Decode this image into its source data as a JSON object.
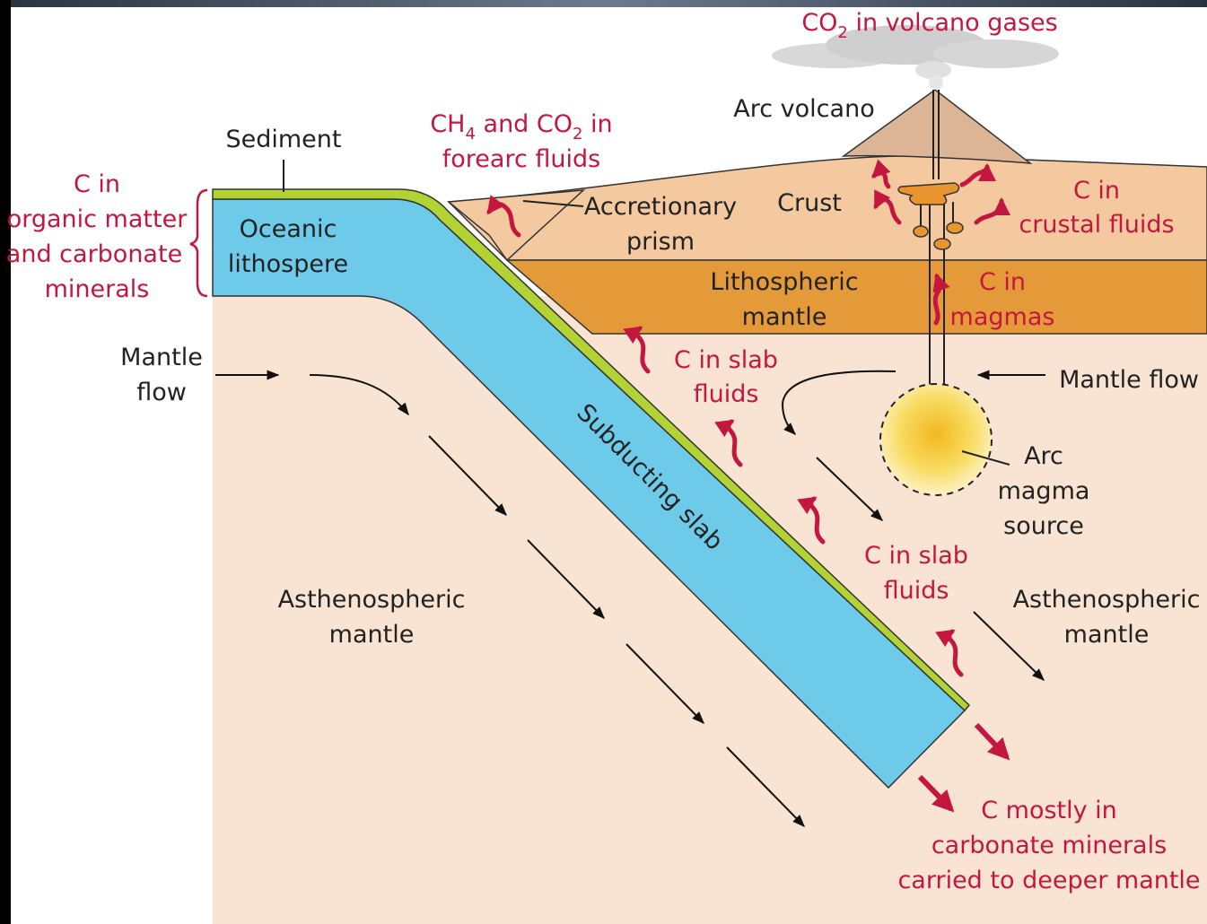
{
  "labels": {
    "co2_volcano": "CO2 in volcano gases",
    "arc_volcano": "Arc volcano",
    "ch4_co2_line1": "CH4 and CO2 in",
    "forearc_fluids": "forearc fluids",
    "sediment": "Sediment",
    "c_in": "C in",
    "organic_matter": "organic matter",
    "and_carbonate": "and carbonate",
    "minerals": "minerals",
    "oceanic": "Oceanic",
    "lithosphere": "lithospere",
    "accretionary": "Accretionary",
    "prism": "prism",
    "crust": "Crust",
    "c_in_crustal_1": "C in",
    "c_in_crustal_2": "crustal fluids",
    "lithospheric": "Lithospheric",
    "mantle": "mantle",
    "c_in_magmas_1": "C in",
    "c_in_magmas_2": "magmas",
    "mantle_flow_left_1": "Mantle",
    "mantle_flow_left_2": "flow",
    "c_in_slab_1a": "C in slab",
    "c_in_slab_1b": "fluids",
    "mantle_flow_right": "Mantle flow",
    "subducting_slab": "Subducting slab",
    "arc": "Arc",
    "magma": "magma",
    "source": "source",
    "c_in_slab_2a": "C in slab",
    "c_in_slab_2b": "fluids",
    "astheno_left_1": "Asthenospheric",
    "astheno_left_2": "mantle",
    "astheno_right_1": "Asthenospheric",
    "astheno_right_2": "mantle",
    "c_mostly_1": "C mostly in",
    "c_mostly_2": "carbonate minerals",
    "c_mostly_3": "carried to deeper mantle"
  },
  "colors": {
    "mantle": "#f9e4d3",
    "crust": "#f4c9a0",
    "lithospheric_mantle": "#e59a3a",
    "slab": "#6dcbe9",
    "sediment": "#b3d335",
    "volcano": "#dcb597",
    "carbon_red": "#c4173f",
    "magma_glow": "#f4c430"
  }
}
